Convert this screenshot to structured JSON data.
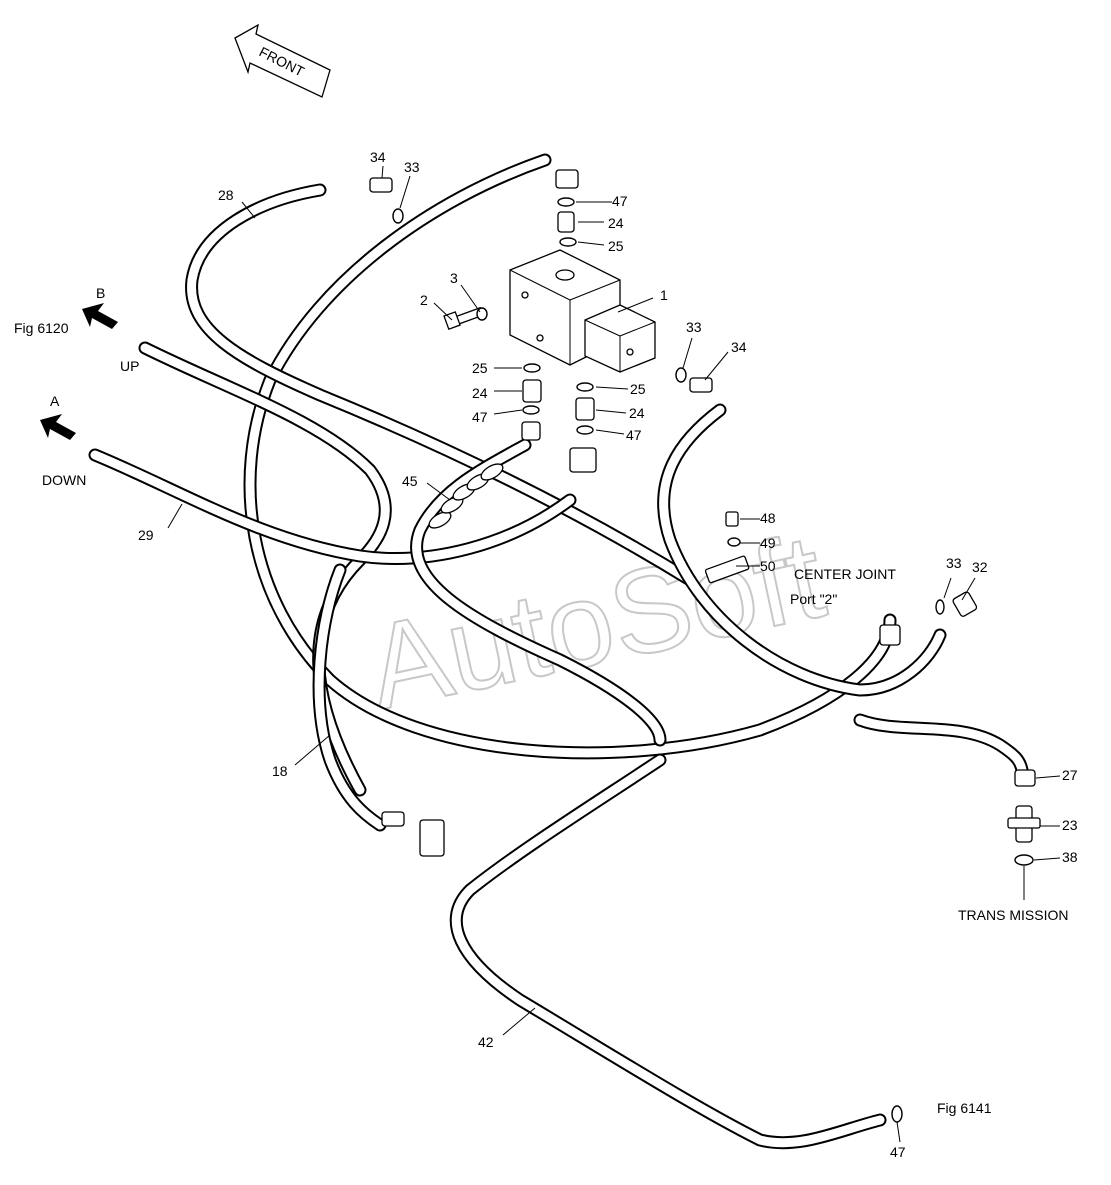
{
  "watermark": "AutoSoft",
  "front_label": "FRONT",
  "figures": {
    "bottom_right": "Fig 6141",
    "left": "Fig 6120"
  },
  "arrows": {
    "a": "A",
    "b": "B"
  },
  "connections": {
    "up": "UP",
    "down": "DOWN",
    "center_joint": "CENTER JOINT",
    "port": "Port \"2\"",
    "trans_mission": "TRANS MISSION"
  },
  "callouts": [
    "1",
    "2",
    "3",
    "18",
    "23",
    "24",
    "24",
    "24",
    "25",
    "25",
    "25",
    "27",
    "28",
    "29",
    "32",
    "33",
    "33",
    "33",
    "34",
    "34",
    "38",
    "42",
    "45",
    "47",
    "47",
    "47",
    "47",
    "48",
    "49",
    "50"
  ]
}
